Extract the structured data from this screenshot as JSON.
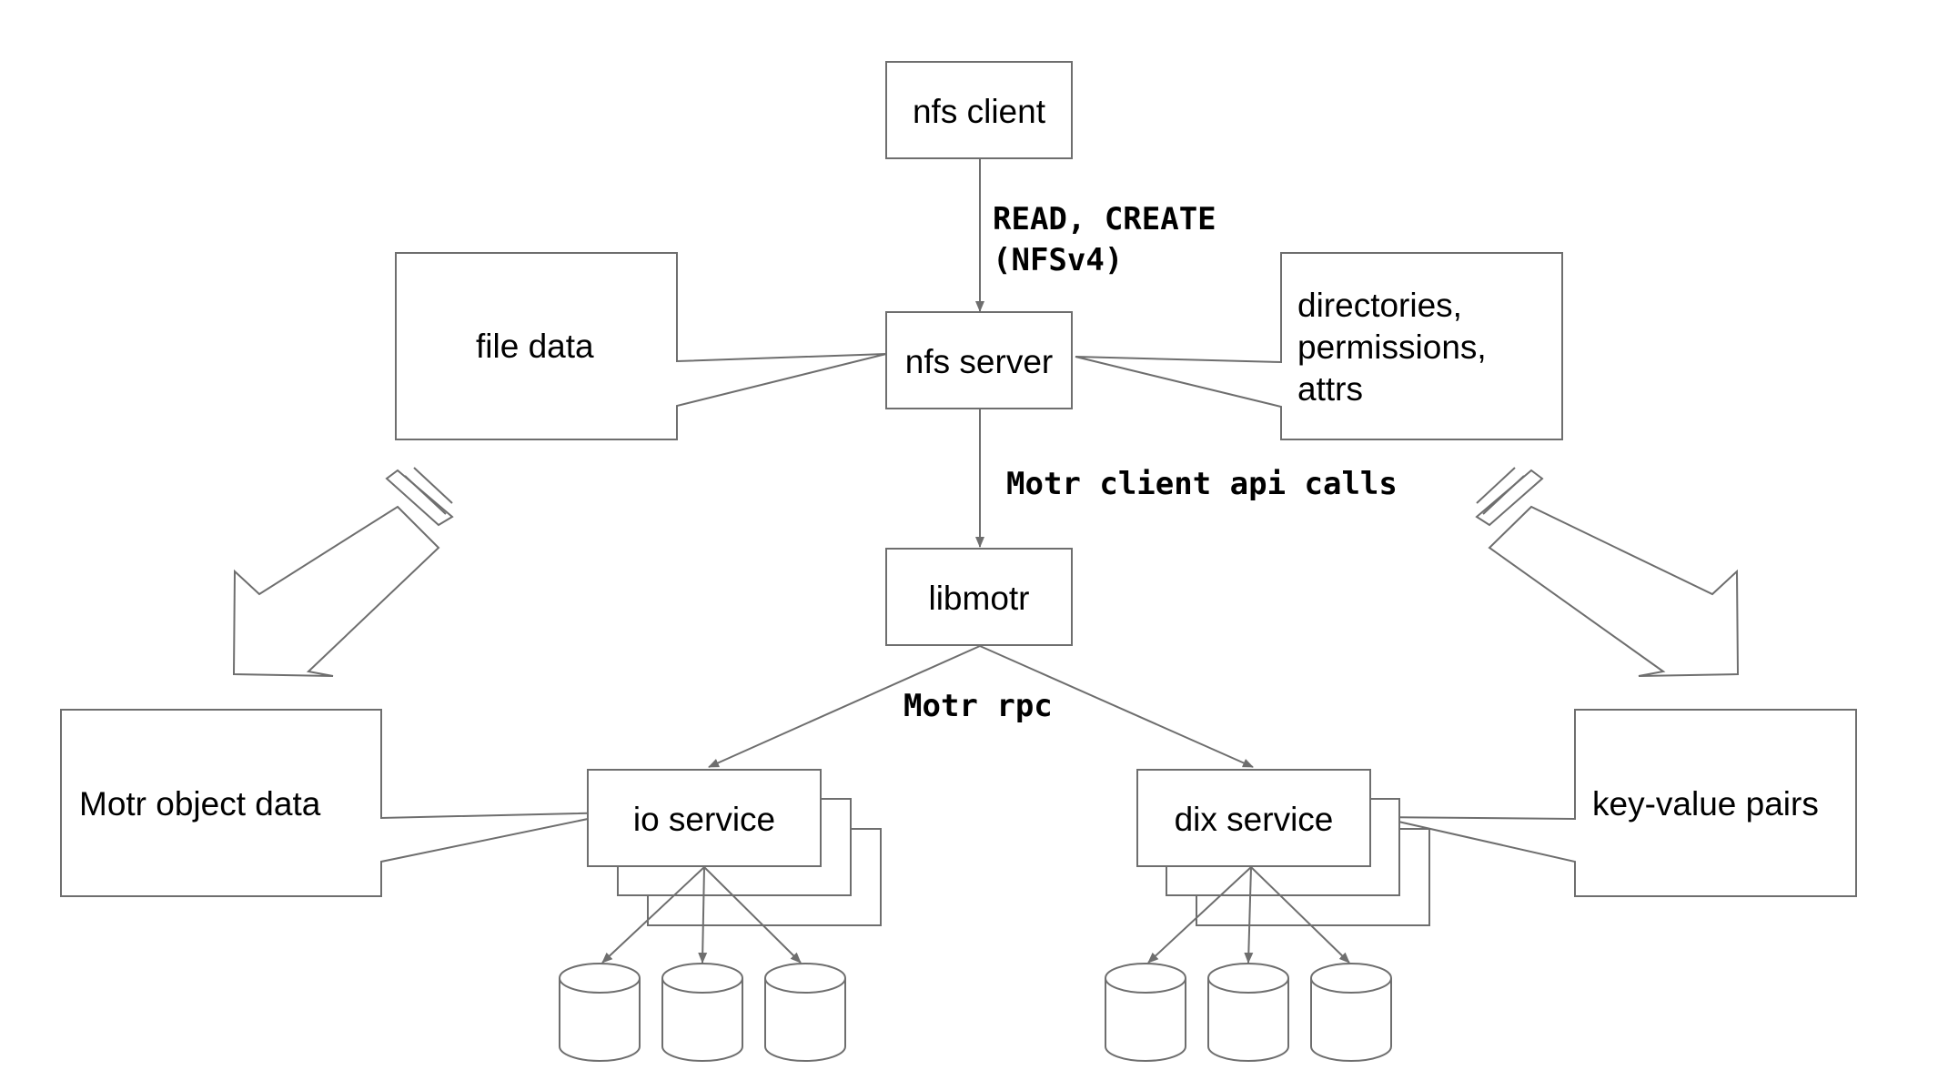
{
  "nodes": {
    "nfs_client": "nfs client",
    "nfs_server": "nfs server",
    "libmotr": "libmotr",
    "io_service": "io service",
    "dix_service": "dix service"
  },
  "callouts": {
    "file_data": "file data",
    "metadata_lines": [
      "directories,",
      "permissions,",
      "attrs"
    ],
    "motr_object_data": "Motr object data",
    "key_value_pairs": "key-value pairs"
  },
  "edge_labels": {
    "nfs_ops_line1": "READ, CREATE",
    "nfs_ops_line2": "(NFSv4)",
    "client_api": "Motr client api calls",
    "rpc": "Motr rpc"
  },
  "colors": {
    "stroke": "#6e6e6e",
    "text": "#000000",
    "background": "#ffffff"
  }
}
